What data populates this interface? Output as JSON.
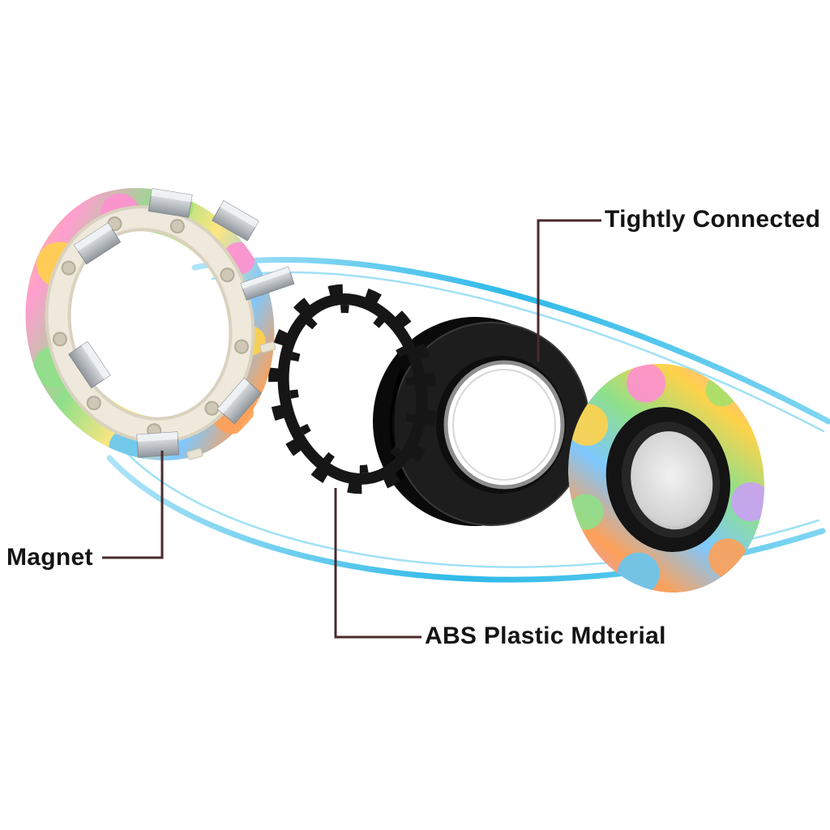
{
  "figure": {
    "background": "#ffffff",
    "annotations": {
      "tightly_connected": {
        "label": "Tightly Connected"
      },
      "magnet": {
        "label": "Magnet"
      },
      "abs_plastic": {
        "label": "ABS Plastic Mdterial"
      }
    },
    "colors": {
      "label_text": "#141414",
      "leader_line": "#4a2a2a",
      "swoosh_blue": "#3fc3ec",
      "ring_black": "#1b1b1b",
      "magnet_silver": "#c3c7cb",
      "frame_cream": "#ece7d9",
      "swirl_palette": [
        "#ff8fd0",
        "#ffd24a",
        "#8ee08a",
        "#66c6f2",
        "#ffa057",
        "#c9a0f5"
      ]
    },
    "components": [
      {
        "id": "shell-ring"
      },
      {
        "id": "abs-frame-ring"
      },
      {
        "id": "black-inner-ring"
      },
      {
        "id": "assembled-ring"
      }
    ]
  }
}
